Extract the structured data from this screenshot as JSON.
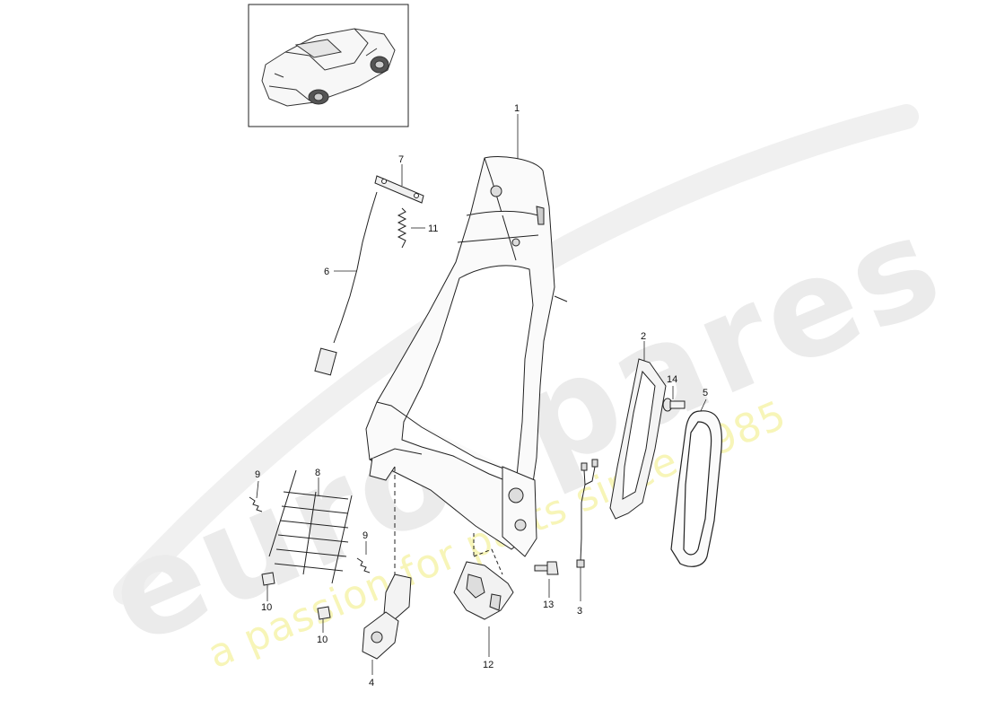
{
  "watermark": {
    "brand": "eurospares",
    "tagline": "a passion for parts since 1985"
  },
  "callouts": {
    "c1": "1",
    "c2": "2",
    "c3": "3",
    "c4": "4",
    "c5": "5",
    "c6": "6",
    "c7": "7",
    "c8": "8",
    "c9a": "9",
    "c9b": "9",
    "c10a": "10",
    "c10b": "10",
    "c11": "11",
    "c12": "12",
    "c13": "13",
    "c14": "14"
  }
}
